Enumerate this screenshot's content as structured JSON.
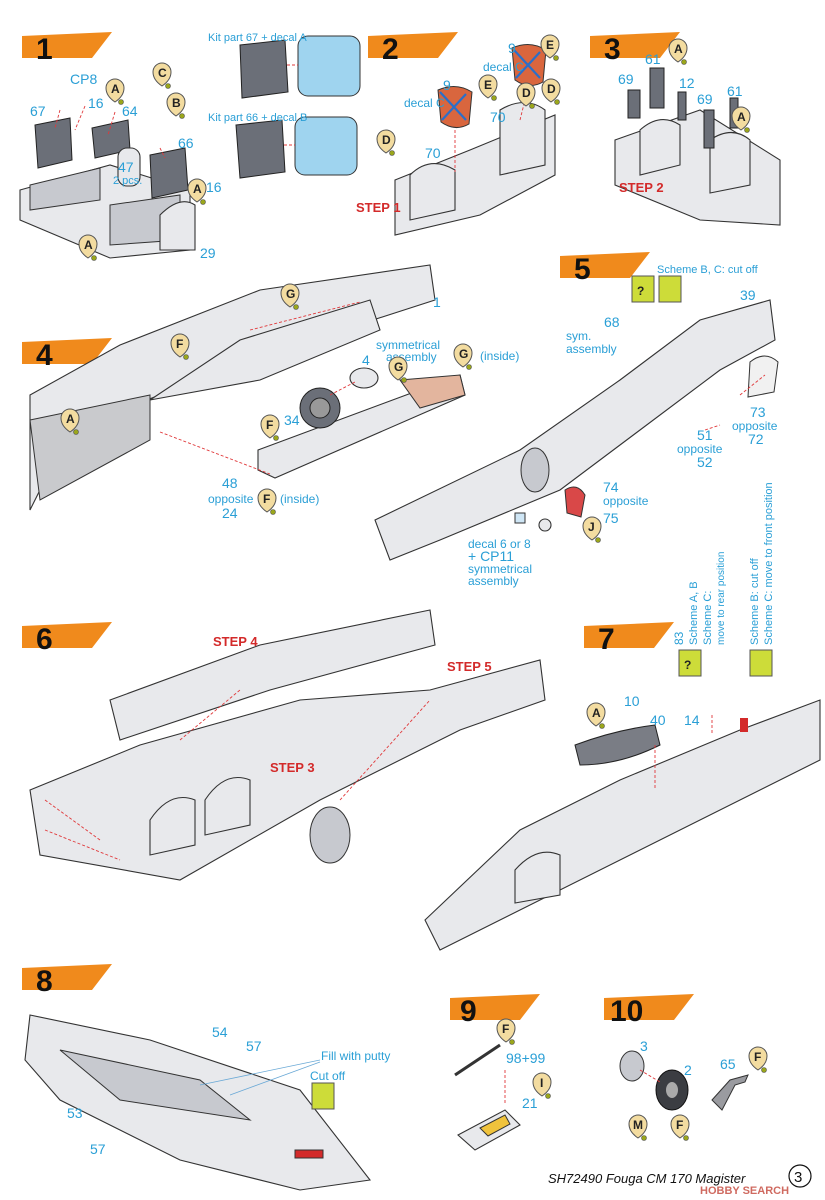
{
  "steps": [
    "1",
    "2",
    "3",
    "4",
    "5",
    "6",
    "7",
    "8",
    "9",
    "10"
  ],
  "step1": {
    "kit67": "Kit part 67 + decal A",
    "kit66": "Kit part 66 + decal B",
    "cp8": "CP8",
    "p67": "67",
    "p16a": "16",
    "p64": "64",
    "p66": "66",
    "p47": "47",
    "pcs": "2 pcs.",
    "p16b": "16",
    "p29": "29",
    "tags": [
      "A",
      "C",
      "B",
      "A",
      "A"
    ]
  },
  "step2": {
    "p9a": "9",
    "p9b": "9",
    "decalC1": "decal C",
    "decalC2": "decal C",
    "p70a": "70",
    "p70b": "70",
    "step": "STEP 1",
    "tags": [
      "E",
      "E",
      "D",
      "D",
      "D"
    ]
  },
  "step3": {
    "p61a": "61",
    "p61b": "61",
    "p69a": "69",
    "p69b": "69",
    "p12": "12",
    "step": "STEP 2",
    "tags": [
      "A",
      "A"
    ]
  },
  "step4": {
    "p1": "1",
    "sym": "symmetrical",
    "assembly": "assembly",
    "inside1": "(inside)",
    "p4": "4",
    "p34": "34",
    "p48": "48",
    "opposite": "opposite",
    "p24": "24",
    "inside2": "(inside)",
    "tags": [
      "G",
      "F",
      "G",
      "G",
      "A",
      "F",
      "F"
    ]
  },
  "step5": {
    "scheme": "Scheme B, C: cut off",
    "p39": "39",
    "p68": "68",
    "sym": "sym.",
    "assembly": "assembly",
    "p73": "73",
    "opp1": "opposite",
    "p72": "72",
    "p51": "51",
    "opp2": "opposite",
    "p52": "52",
    "p74": "74",
    "opp3": "opposite",
    "p75": "75",
    "decal": "decal 6 or 8",
    "cp11": "+ CP11",
    "symm": "symmetrical",
    "assembly2": "assembly",
    "tags": [
      "J"
    ]
  },
  "step6": {
    "s4": "STEP 4",
    "s5": "STEP 5",
    "s3": "STEP 3"
  },
  "step7": {
    "p83": "83",
    "schemeAB": "Scheme A, B",
    "schemeC": "Scheme C:",
    "rear": "move to rear position",
    "schemeB": "Scheme B: cut off",
    "front": "Scheme C: move to front position",
    "p10": "10",
    "p40": "40",
    "p14": "14",
    "tags": [
      "A"
    ]
  },
  "step8": {
    "p54": "54",
    "p57a": "57",
    "putty": "Fill with putty",
    "cut": "Cut off",
    "p53": "53",
    "p57b": "57"
  },
  "step9": {
    "p98": "98+99",
    "p21": "21",
    "tags": [
      "F",
      "I"
    ]
  },
  "step10": {
    "p3": "3",
    "p2": "2",
    "p65": "65",
    "tags": [
      "F",
      "M",
      "F"
    ]
  },
  "footer": {
    "title": "SH72490 Fouga CM 170 Magister",
    "page": "3",
    "watermark": "HOBBY SEARCH"
  },
  "colors": {
    "accent": "#f08a1c",
    "label": "#2a9fd6",
    "red": "#d32a2a",
    "tag": "#f3dca0"
  }
}
